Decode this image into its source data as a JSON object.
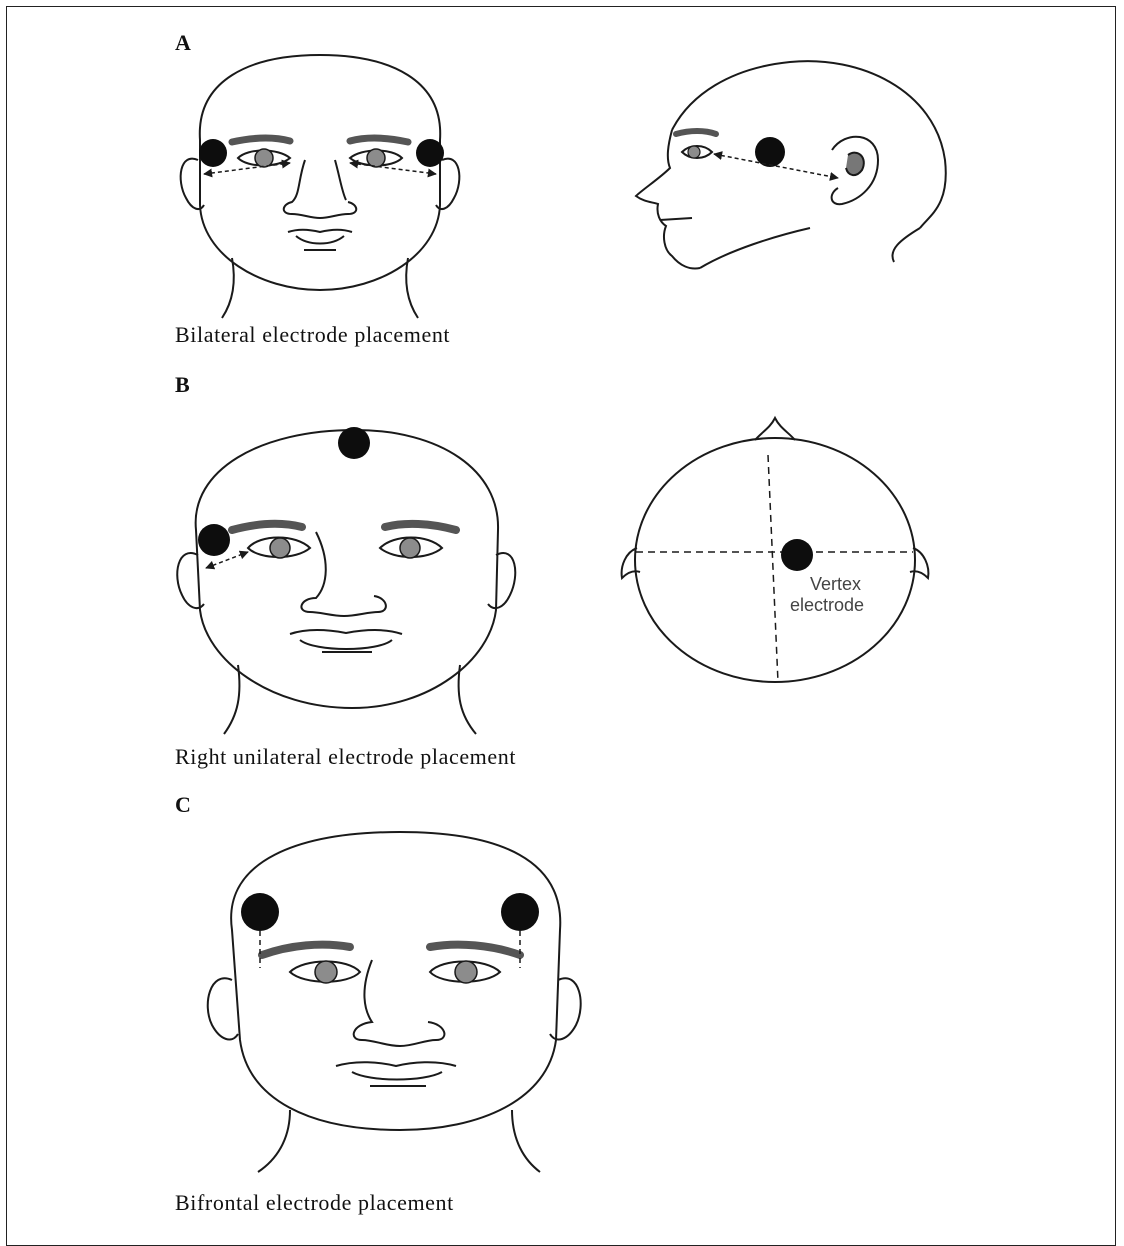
{
  "panels": [
    {
      "letter": "A",
      "caption": "Bilateral electrode placement"
    },
    {
      "letter": "B",
      "caption": "Right unilateral electrode placement",
      "top_view_label_line1": "Vertex",
      "top_view_label_line2": "electrode"
    },
    {
      "letter": "C",
      "caption": "Bifrontal electrode placement"
    }
  ],
  "colors": {
    "stroke": "#1a1a1a",
    "electrode": "#0d0d0d",
    "brow": "#555555",
    "iris": "#8c8c8c"
  }
}
